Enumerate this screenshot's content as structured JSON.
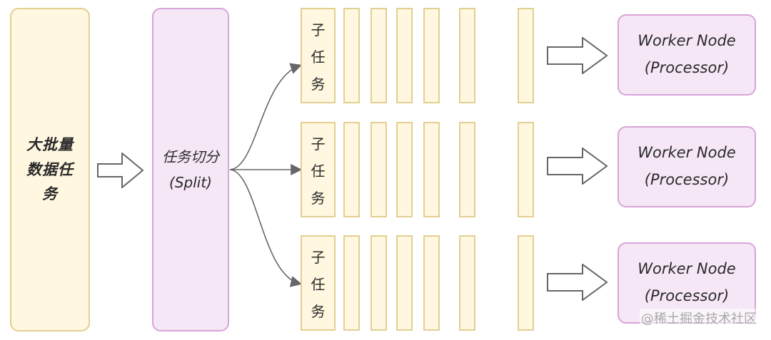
{
  "nodes": {
    "batch_task": "大批量数据任务",
    "split_task": "任务切分",
    "split_task_sub": "(Split)",
    "subtask_chars": [
      "子",
      "任",
      "务"
    ],
    "worker": [
      "Worker Node",
      "(Processor)"
    ]
  },
  "watermark": "@稀土掘金技术社区",
  "colors": {
    "yellow_fill": "#fff7e0",
    "yellow_border": "#e3cf91",
    "pink_fill": "#f6e7f6",
    "pink_border": "#d8a4d8",
    "line": "#666666"
  },
  "icons": {
    "arrow": "right-arrow-icon"
  }
}
